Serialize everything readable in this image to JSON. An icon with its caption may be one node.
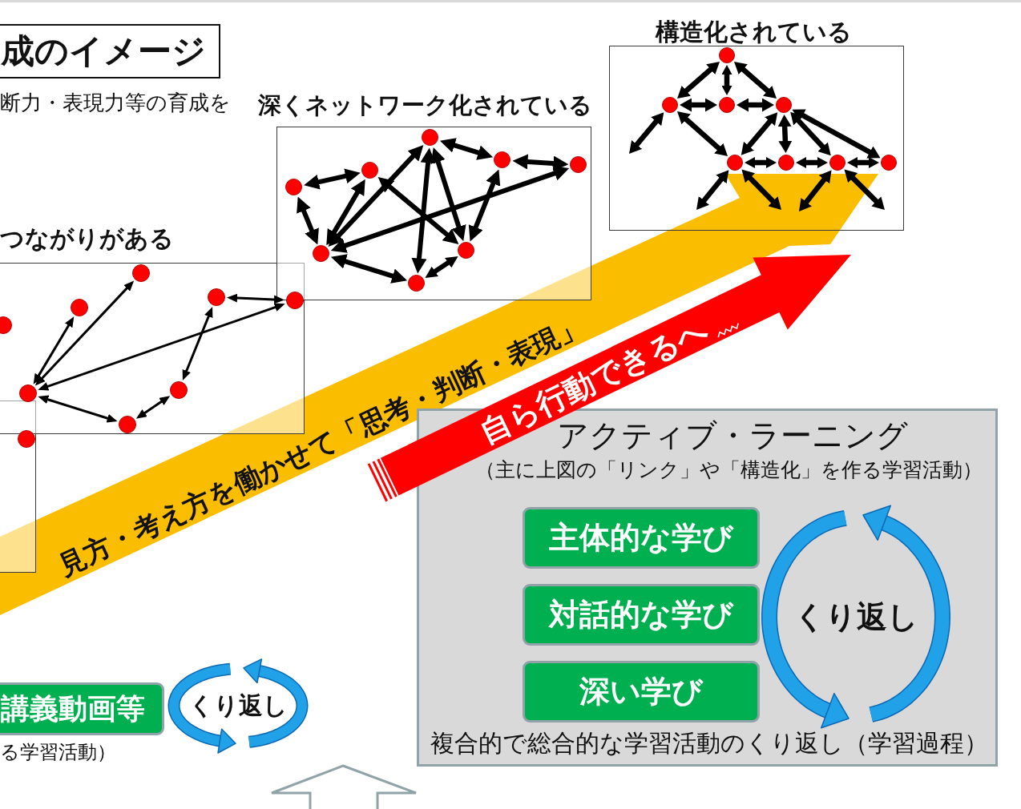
{
  "diagram": {
    "title": "成のイメージ",
    "nodes": [
      {
        "text": [],
        "shape": "box"
      },
      {
        "text": [],
        "shape": "circle",
        "in": 0
      },
      {
        "text": [
          "つながりがある"
        ]
      },
      {
        "text": [],
        "shape": "circle",
        "in": 2
      },
      {
        "text": [],
        "shape": "circle",
        "in": 2
      },
      {
        "text": [],
        "shape": "circle",
        "in": 2
      },
      {
        "text": [],
        "shape": "circle",
        "in": 2
      },
      {
        "text": [],
        "shape": "circle",
        "in": 2
      },
      {
        "text": [],
        "shape": "circle",
        "in": 2
      },
      {
        "text": [],
        "shape": "circle",
        "in": 2
      },
      {
        "text": [],
        "shape": "circle",
        "in": 2
      },
      {
        "text": [
          "深くネットワーク化されている"
        ]
      },
      {
        "text": [],
        "shape": "circle",
        "in": 11
      },
      {
        "text": [],
        "shape": "circle",
        "in": 11
      },
      {
        "text": [],
        "shape": "circle",
        "in": 11
      },
      {
        "text": [],
        "shape": "circle",
        "in": 11
      },
      {
        "text": [],
        "shape": "circle",
        "in": 11
      },
      {
        "text": [],
        "shape": "circle",
        "in": 11
      },
      {
        "text": [],
        "shape": "circle",
        "in": 11
      },
      {
        "text": [],
        "shape": "circle",
        "in": 11
      },
      {
        "text": [
          "構造化されている"
        ]
      },
      {
        "text": [],
        "shape": "circle",
        "in": 20
      },
      {
        "text": [],
        "shape": "circle",
        "in": 20
      },
      {
        "text": [],
        "shape": "circle",
        "in": 20
      },
      {
        "text": [],
        "shape": "circle",
        "in": 20
      },
      {
        "text": [],
        "shape": "circle",
        "in": 20
      },
      {
        "text": [],
        "shape": "circle",
        "in": 20
      },
      {
        "text": [],
        "shape": "circle",
        "in": 20
      },
      {
        "text": [],
        "shape": "circle",
        "in": 20
      },
      {
        "text": [
          "見方・考え方を働かせて「思考・判断・表現」"
        ]
      },
      {
        "text": [
          "自ら行動できるへ"
        ]
      },
      {
        "text": [
          "アクティブ・ラーニング",
          "（主に上図の「リンク」や「構造化」を作る学習活動）",
          "複合的で総合的な学習活動のくり返し（学習過程）"
        ]
      },
      {
        "text": [
          "主体的な学び"
        ],
        "in": 31
      },
      {
        "text": [
          "対話的な学び"
        ],
        "in": 31
      },
      {
        "text": [
          "深い学び"
        ],
        "in": 31
      },
      {
        "text": [
          "くり返し"
        ],
        "in": 31
      },
      {
        "text": [
          "講義動画等"
        ],
        "beside": [
          "る学習活動）"
        ]
      },
      {
        "text": [
          "くり返し"
        ]
      }
    ],
    "edges": [
      {
        "from": 9,
        "to": 6,
        "arrow": "both"
      },
      {
        "from": 9,
        "to": 3,
        "arrow": "both"
      },
      {
        "from": 9,
        "to": 5,
        "arrow": "both"
      },
      {
        "from": 9,
        "to": 10,
        "arrow": "both"
      },
      {
        "from": 10,
        "to": 8,
        "arrow": "both"
      },
      {
        "from": 4,
        "to": 8,
        "arrow": "both"
      },
      {
        "from": 4,
        "to": 5,
        "arrow": "both"
      },
      {
        "from": 16,
        "to": 15,
        "arrow": "both"
      },
      {
        "from": 16,
        "to": 18,
        "arrow": "both"
      },
      {
        "from": 18,
        "to": 15,
        "arrow": "both"
      },
      {
        "from": 18,
        "to": 12,
        "arrow": "both"
      },
      {
        "from": 18,
        "to": 14,
        "arrow": "both"
      },
      {
        "from": 18,
        "to": 19,
        "arrow": "both"
      },
      {
        "from": 15,
        "to": 17,
        "arrow": "both"
      },
      {
        "from": 12,
        "to": 19,
        "arrow": "both"
      },
      {
        "from": 12,
        "to": 17,
        "arrow": "both"
      },
      {
        "from": 12,
        "to": 13,
        "arrow": "both"
      },
      {
        "from": 13,
        "to": 14,
        "arrow": "both"
      },
      {
        "from": 13,
        "to": 17,
        "arrow": "both"
      },
      {
        "from": 17,
        "to": 19,
        "arrow": "both"
      },
      {
        "from": 21,
        "to": 22,
        "arrow": "both"
      },
      {
        "from": 21,
        "to": 23,
        "arrow": "both"
      },
      {
        "from": 21,
        "to": 24,
        "arrow": "both"
      },
      {
        "from": 22,
        "to": 23,
        "arrow": "both"
      },
      {
        "from": 23,
        "to": 24,
        "arrow": "both"
      },
      {
        "from": 22,
        "to": null,
        "arrow": "both"
      },
      {
        "from": 22,
        "to": 25,
        "arrow": "both"
      },
      {
        "from": 24,
        "to": 25,
        "arrow": "both"
      },
      {
        "from": 24,
        "to": 26,
        "arrow": "both"
      },
      {
        "from": 24,
        "to": 27,
        "arrow": "both"
      },
      {
        "from": 24,
        "to": 28,
        "arrow": "both"
      },
      {
        "from": 25,
        "to": 26,
        "arrow": "both"
      },
      {
        "from": 26,
        "to": 27,
        "arrow": "both"
      },
      {
        "from": 27,
        "to": 28,
        "arrow": "both"
      },
      {
        "from": 25,
        "to": null,
        "arrow": "both"
      },
      {
        "from": 25,
        "to": null,
        "arrow": "both"
      },
      {
        "from": 27,
        "to": null,
        "arrow": "both"
      },
      {
        "from": 27,
        "to": null,
        "arrow": "both"
      }
    ],
    "labels": [
      "断力・表現力等の育成を"
    ]
  }
}
